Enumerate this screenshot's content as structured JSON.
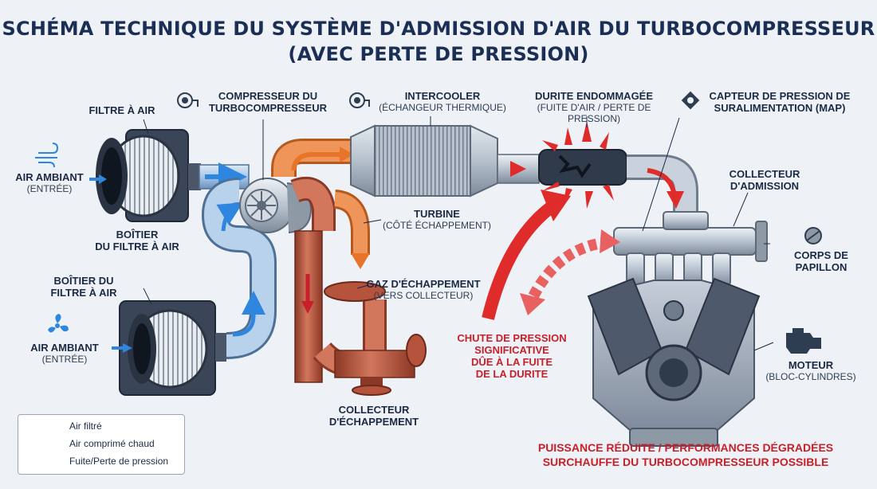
{
  "title": {
    "line1": "SCHÉMA TECHNIQUE DU SYSTÈME D'ADMISSION D'AIR DU TURBOCOMPRESSEUR",
    "line2": "(AVEC PERTE DE PRESSION)"
  },
  "labels": {
    "filtre_air": "FILTRE À AIR",
    "air_ambiant_1": "AIR AMBIANT",
    "entree_1": "(ENTRÉE)",
    "boitier_1_l1": "BOÎTIER",
    "boitier_1_l2": "DU FILTRE À AIR",
    "boitier_2_l1": "BOÎTIER DU",
    "boitier_2_l2": "FILTRE À AIR",
    "air_ambiant_2": "AIR AMBIANT",
    "entree_2": "(ENTRÉE)",
    "compresseur_l1": "COMPRESSEUR DU",
    "compresseur_l2": "TURBOCOMPRESSEUR",
    "intercooler": "INTERCOOLER",
    "intercooler_sub": "(ÉCHANGEUR THERMIQUE)",
    "durite": "DURITE ENDOMMAGÉE",
    "durite_sub": "(FUITE D'AIR / PERTE DE PRESSION)",
    "capteur_l1": "CAPTEUR DE PRESSION DE",
    "capteur_l2": "SURALIMENTATION (MAP)",
    "collecteur_adm_l1": "COLLECTEUR",
    "collecteur_adm_l2": "D'ADMISSION",
    "turbine": "TURBINE",
    "turbine_sub": "(CÔTÉ ÉCHAPPEMENT)",
    "gaz_echappement": "GAZ D'ÉCHAPPEMENT",
    "gaz_sub": "(VERS COLLECTEUR)",
    "collecteur_ech_l1": "COLLECTEUR",
    "collecteur_ech_l2": "D'ÉCHAPPEMENT",
    "chute_l1": "CHUTE DE PRESSION",
    "chute_l2": "SIGNIFICATIVE",
    "chute_l3": "DÛE À LA FUITE",
    "chute_l4": "DE LA DURITE",
    "corps_l1": "CORPS DE",
    "corps_l2": "PAPILLON",
    "moteur": "MOTEUR",
    "moteur_sub": "(BLOC-CYLINDRES)"
  },
  "legend": {
    "filtered": "Air filtré",
    "hot": "Air comprimé chaud",
    "leak": "Fuite/Perte de pression"
  },
  "bottom": {
    "line1": "PUISSANCE RÉDUITE / PERFORMANCES DÉGRADÉES",
    "line2": "SURCHAUFFE DU TURBOCOMPRESSEUR POSSIBLE"
  },
  "colors": {
    "filtered_air": "#2e86de",
    "hot_air": "#e8742a",
    "leak": "#e02b2b",
    "exhaust_pipe": "#b5533c",
    "title": "#1b2e55"
  }
}
